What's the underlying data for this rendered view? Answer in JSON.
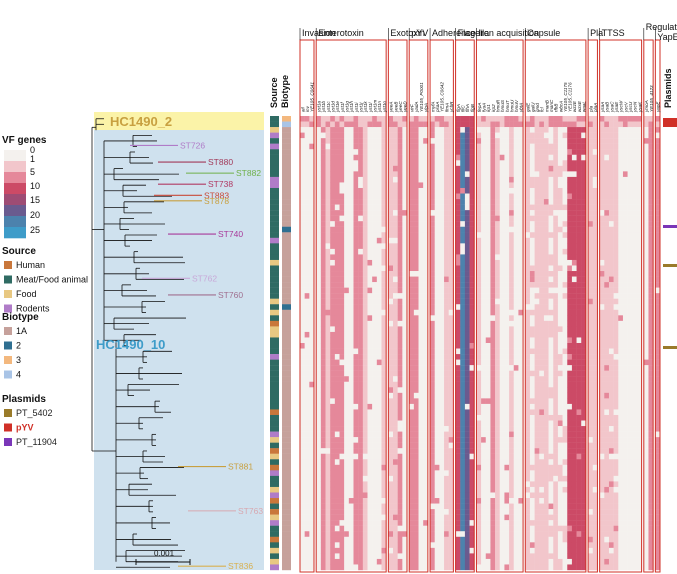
{
  "legend": {
    "vf_title": "VF genes",
    "vf_ticks": [
      "0",
      "1",
      "5",
      "10",
      "15",
      "20",
      "25"
    ],
    "vf_colors": [
      "#f4f1ee",
      "#f2c6cb",
      "#e5889a",
      "#cc4a66",
      "#9e4c74",
      "#6a5b8f",
      "#4c82ad",
      "#3e9cc9"
    ],
    "source_title": "Source",
    "source_items": [
      {
        "label": "Human",
        "color": "#c9773b"
      },
      {
        "label": "Meat/Food animal",
        "color": "#2f6b63"
      },
      {
        "label": "Food",
        "color": "#e8c882"
      },
      {
        "label": "Rodents",
        "color": "#b07cc8"
      }
    ],
    "biotype_title": "Biotype",
    "biotype_items": [
      {
        "label": "1A",
        "color": "#c6a19b"
      },
      {
        "label": "2",
        "color": "#2f6f91"
      },
      {
        "label": "3",
        "color": "#f3b87e"
      },
      {
        "label": "4",
        "color": "#a9c4e6"
      }
    ],
    "plasmid_title": "Plasmids",
    "plasmid_items": [
      {
        "label": "PT_5402",
        "color": "#9a7b2a",
        "text_color": "#222222"
      },
      {
        "label": "pYV",
        "color": "#d03027",
        "text_color": "#d03027"
      },
      {
        "label": "PT_11904",
        "color": "#7a36b8",
        "text_color": "#222222"
      }
    ]
  },
  "tree": {
    "clade_top": "HC1490_2",
    "clade_main": "HC1490_10",
    "scale_label": "0.001",
    "st_labels": [
      {
        "label": "ST726",
        "color": "#b07cc8"
      },
      {
        "label": "ST880",
        "color": "#a23a5a"
      },
      {
        "label": "ST882",
        "color": "#6fb04a"
      },
      {
        "label": "ST738",
        "color": "#b03a64"
      },
      {
        "label": "ST883",
        "color": "#c84a3a"
      },
      {
        "label": "ST878",
        "color": "#c8a040"
      },
      {
        "label": "ST740",
        "color": "#a83a9a"
      },
      {
        "label": "ST762",
        "color": "#c8a8d8"
      },
      {
        "label": "ST760",
        "color": "#a07090"
      },
      {
        "label": "ST881",
        "color": "#c8a040"
      },
      {
        "label": "ST763",
        "color": "#d8a8b0"
      },
      {
        "label": "ST836",
        "color": "#d8b050"
      }
    ]
  },
  "columns": {
    "source": "Source",
    "biotype": "Biotype",
    "plasmids": "Plasmids"
  },
  "categories": [
    {
      "label": "Invasion",
      "genes": [
        "ail",
        "inv",
        "YE105_C0641"
      ]
    },
    {
      "label": "Enterotoxin",
      "genes": [
        "yst1a",
        "yst1b",
        "yst1c",
        "yst1d",
        "yst1e",
        "yst1f",
        "yst1g",
        "yst1h",
        "yst1i",
        "yst1j",
        "yst1k",
        "yst1l",
        "yst1m",
        "yst1n",
        "yst1o"
      ]
    },
    {
      "label": "Exotoxin",
      "genes": [
        "yeeA",
        "yeeB",
        "yeeC",
        "yeeD"
      ]
    },
    {
      "label": "pYV",
      "genes": [
        "virF",
        "yadA",
        "YE105_P0001",
        "ylpA"
      ]
    },
    {
      "label": "Adherence",
      "genes": [
        "myfA",
        "psaA",
        "YE105_C0642",
        "fimA",
        "ycbR"
      ]
    },
    {
      "label": "Flagella",
      "genes": [
        "flgA",
        "fliC",
        "flhA",
        "flgB"
      ]
    },
    {
      "label": "Iron acquisition",
      "genes": [
        "fepA",
        "fyuA",
        "irp1",
        "irp2",
        "hmuR",
        "hmuS",
        "hmuT",
        "hmuU",
        "hmuV",
        "ybtA"
      ]
    },
    {
      "label": "Capsule",
      "genes": [
        "galE",
        "galU",
        "gmd",
        "fcl",
        "manB",
        "manC",
        "rfbB",
        "wbcA",
        "YE105_C1175",
        "YE105_C1176",
        "wzzE",
        "wzxE",
        "waaL"
      ]
    },
    {
      "label": "Pla",
      "genes": [
        "pla",
        "plaA"
      ]
    },
    {
      "label": "TTSS",
      "genes": [
        "ysaA",
        "ysaB",
        "ysaC",
        "ysaE",
        "yscW",
        "yscV",
        "yscU",
        "yscN",
        "ysaK"
      ]
    },
    {
      "label": "Regulation",
      "genes": [
        "ymoA",
        "YE105_4123"
      ]
    },
    {
      "label": "YapE",
      "genes": [
        "yapE"
      ]
    }
  ]
}
